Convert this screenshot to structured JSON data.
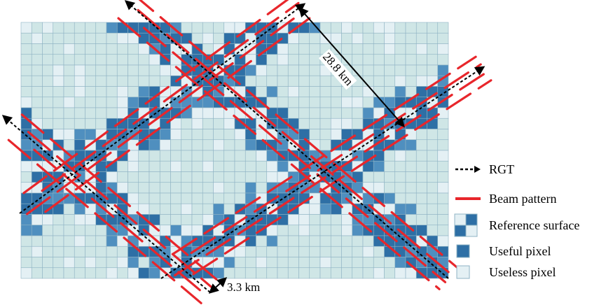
{
  "annotations": {
    "width_label": "28.8 km",
    "spacing_label": "3.3 km"
  },
  "legend": {
    "rgt": "RGT",
    "beam": "Beam pattern",
    "reference": "Reference surface",
    "useful": "Useful pixel",
    "useless": "Useless pixel"
  },
  "colors": {
    "useful_dark": "#2e6fa5",
    "useful_mid": "#4f8fbf",
    "useless": "#e4f0f4",
    "reference": "#cfe6e6",
    "beam": "#e8262b",
    "rgt": "#000000",
    "grid": "#8fb3c4"
  }
}
